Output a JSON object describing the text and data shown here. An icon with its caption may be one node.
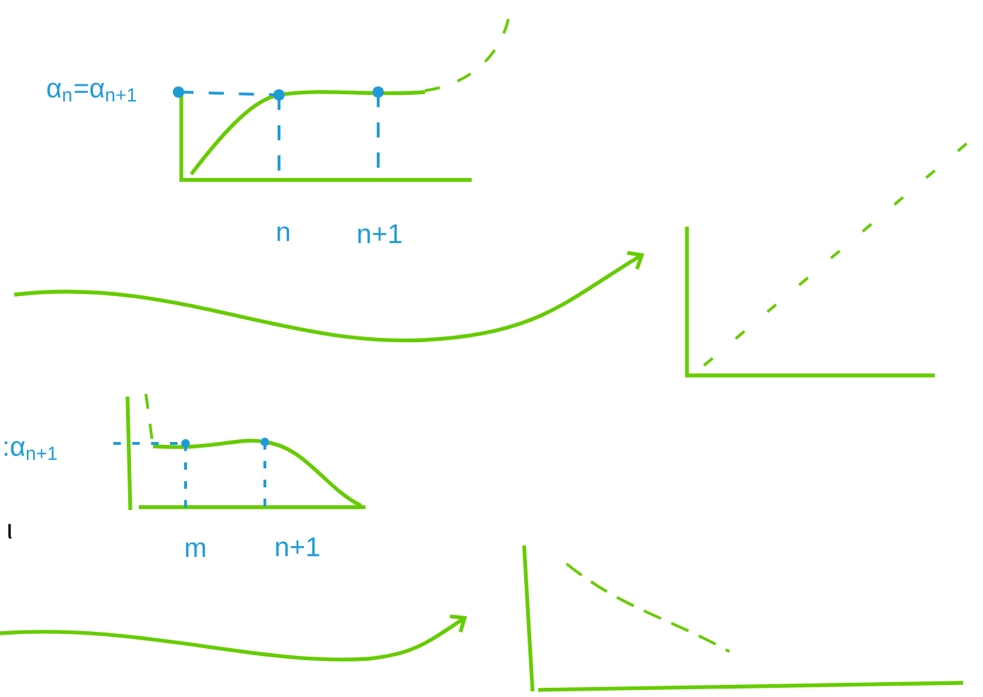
{
  "diagram": {
    "nodes": [
      {
        "text": [],
        "shape": "picture"
      },
      {
        "text": [],
        "shape": "picture"
      }
    ],
    "edges": [
      {
        "from": null,
        "to": 0,
        "arrow": "to"
      },
      {
        "from": null,
        "to": 1,
        "arrow": "to"
      }
    ],
    "labels": [
      "α$_{n}$=α$_{n+1}$",
      "n",
      "n+1",
      ":α$_{n+1}$",
      "ι",
      "m",
      "n+1"
    ]
  }
}
